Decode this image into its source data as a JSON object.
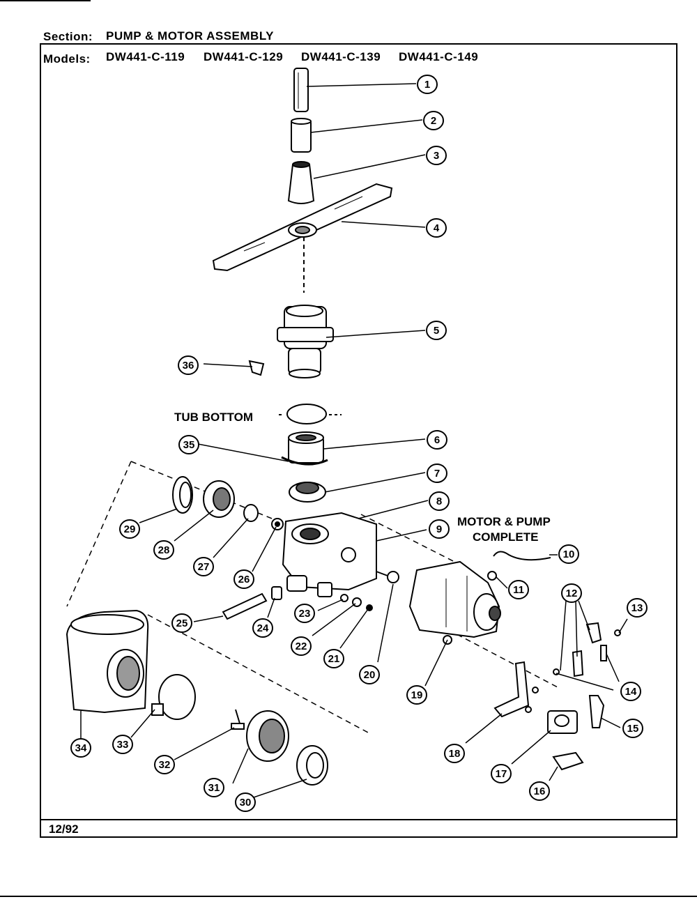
{
  "header": {
    "section_label": "Section:",
    "section_value": "PUMP & MOTOR ASSEMBLY",
    "models_label": "Models:",
    "models": [
      "DW441-C-119",
      "DW441-C-129",
      "DW441-C-139",
      "DW441-C-149"
    ]
  },
  "labels": {
    "tub_bottom": "TUB BOTTOM",
    "motor_pump_line1": "MOTOR & PUMP",
    "motor_pump_line2": "COMPLETE"
  },
  "footer": {
    "date": "12/92"
  },
  "callouts": [
    "1",
    "2",
    "3",
    "4",
    "5",
    "6",
    "7",
    "8",
    "9",
    "10",
    "11",
    "12",
    "13",
    "14",
    "15",
    "16",
    "17",
    "18",
    "19",
    "20",
    "21",
    "22",
    "23",
    "24",
    "25",
    "26",
    "27",
    "28",
    "29",
    "30",
    "31",
    "32",
    "33",
    "34",
    "35",
    "36"
  ]
}
